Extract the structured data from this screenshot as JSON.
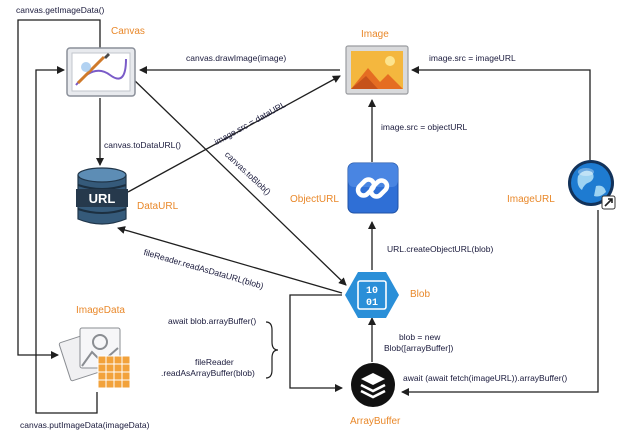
{
  "nodes": {
    "canvas": "Canvas",
    "image": "Image",
    "dataurl": "DataURL",
    "objecturl": "ObjectURL",
    "imageurl": "ImageURL",
    "imagedata": "ImageData",
    "blob": "Blob",
    "arraybuffer": "ArrayBuffer"
  },
  "edges": {
    "get_image_data": "canvas.getImageData()",
    "draw_image": "canvas.drawImage(image)",
    "to_data_url": "canvas.toDataURL()",
    "image_src_data_url": "image.src = dataURL",
    "to_blob": "canvas.toBlob()",
    "image_src_image_url": "image.src = imageURL",
    "image_src_object_url": "image.src = objectURL",
    "create_object_url": "URL.createObjectURL(blob)",
    "read_as_data_url": "fileReader.readAsDataURL(blob)",
    "await_array_buffer": "await blob.arrayBuffer()",
    "file_reader_1": "fileReader",
    "file_reader_2": ".readAsArrayBuffer(blob)",
    "blob_new_1": "blob = new",
    "blob_new_2": "Blob([arrayBuffer])",
    "fetch_array_buffer": "await (await fetch(imageURL)).arrayBuffer()",
    "put_image_data": "canvas.putImageData(imageData)"
  },
  "icons": {
    "blob_glyph_top": "10",
    "blob_glyph_bottom": "01",
    "url_glyph": "URL"
  },
  "colors": {
    "node_label": "#e9882a",
    "edge_label": "#1a1a3c",
    "arrow": "#1f1f1f",
    "blob": "#2a8fd8",
    "objecturl_icon": "#2f6fd6",
    "globe": "#1e7bd1"
  }
}
